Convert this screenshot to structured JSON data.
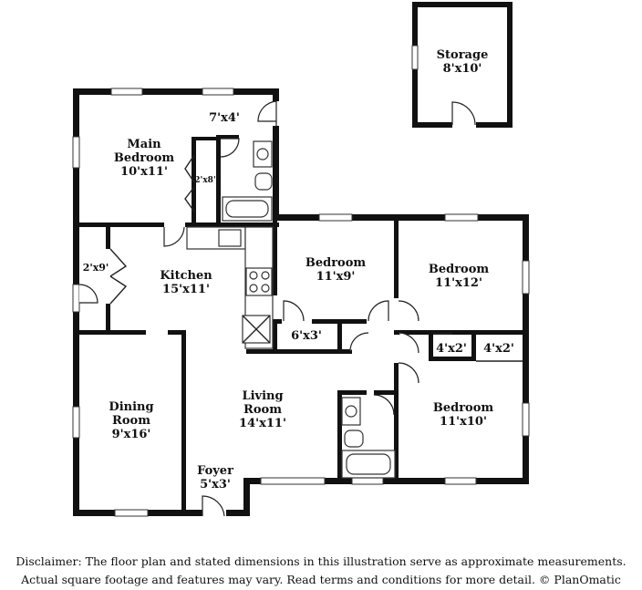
{
  "rooms": {
    "storage": {
      "name": "Storage",
      "dim": "8'x10'"
    },
    "main_bedroom": {
      "name_line1": "Main",
      "name_line2": "Bedroom",
      "dim": "10'x11'"
    },
    "main_bath": {
      "dim": "7'x4'"
    },
    "main_closet": {
      "dim": "2'x8'"
    },
    "kitchen": {
      "name": "Kitchen",
      "dim": "15'x11'"
    },
    "pantry": {
      "dim": "2'x9'"
    },
    "bedroom_center": {
      "name": "Bedroom",
      "dim": "11'x9'"
    },
    "bedroom_center_closet": {
      "dim": "6'x3'"
    },
    "bedroom_ne": {
      "name": "Bedroom",
      "dim": "11'x12'"
    },
    "closet_a": {
      "dim": "4'x2'"
    },
    "closet_b": {
      "dim": "4'x2'"
    },
    "bedroom_se": {
      "name": "Bedroom",
      "dim": "11'x10'"
    },
    "living_room": {
      "name_line1": "Living",
      "name_line2": "Room",
      "dim": "14'x11'"
    },
    "dining_room": {
      "name_line1": "Dining",
      "name_line2": "Room",
      "dim": "9'x16'"
    },
    "foyer": {
      "name": "Foyer",
      "dim": "5'x3'"
    }
  },
  "disclaimer": {
    "line1": "Disclaimer: The floor plan and stated dimensions in this illustration serve as approximate measurements.",
    "line2": "Actual square footage and features may vary. Read terms and conditions for more detail. © PlanOmatic"
  }
}
